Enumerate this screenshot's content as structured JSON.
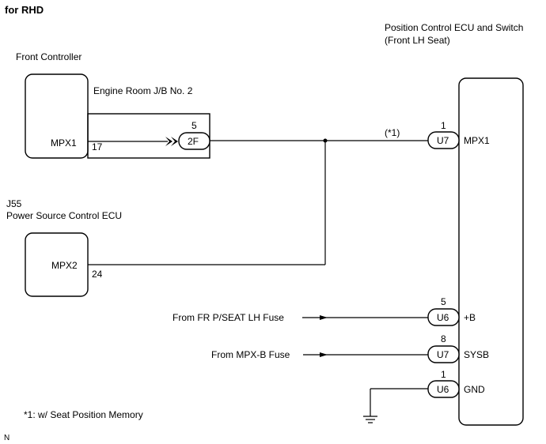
{
  "heading": "for RHD",
  "front_controller": {
    "title": "Front Controller",
    "pin_name": "MPX1",
    "pin_number": "17"
  },
  "junction_block": {
    "title": "Engine Room J/B No. 2",
    "pin_number": "5",
    "connector": "2F"
  },
  "power_source_ecu": {
    "code": "J55",
    "title": "Power Source Control ECU",
    "pin_name": "MPX2",
    "pin_number": "24"
  },
  "position_ecu": {
    "title_line1": "Position Control ECU and Switch",
    "title_line2": "(Front LH Seat)",
    "note_ref": "(*1)",
    "pins": [
      {
        "number": "1",
        "connector": "U7",
        "name": "MPX1"
      },
      {
        "number": "5",
        "connector": "U6",
        "name": "+B"
      },
      {
        "number": "8",
        "connector": "U7",
        "name": "SYSB"
      },
      {
        "number": "1",
        "connector": "U6",
        "name": "GND"
      }
    ]
  },
  "sources": {
    "fr_seat_fuse": "From FR P/SEAT LH Fuse",
    "mpx_b_fuse": "From MPX-B Fuse"
  },
  "footnote": "*1: w/ Seat Position Memory",
  "corner_mark": "N"
}
